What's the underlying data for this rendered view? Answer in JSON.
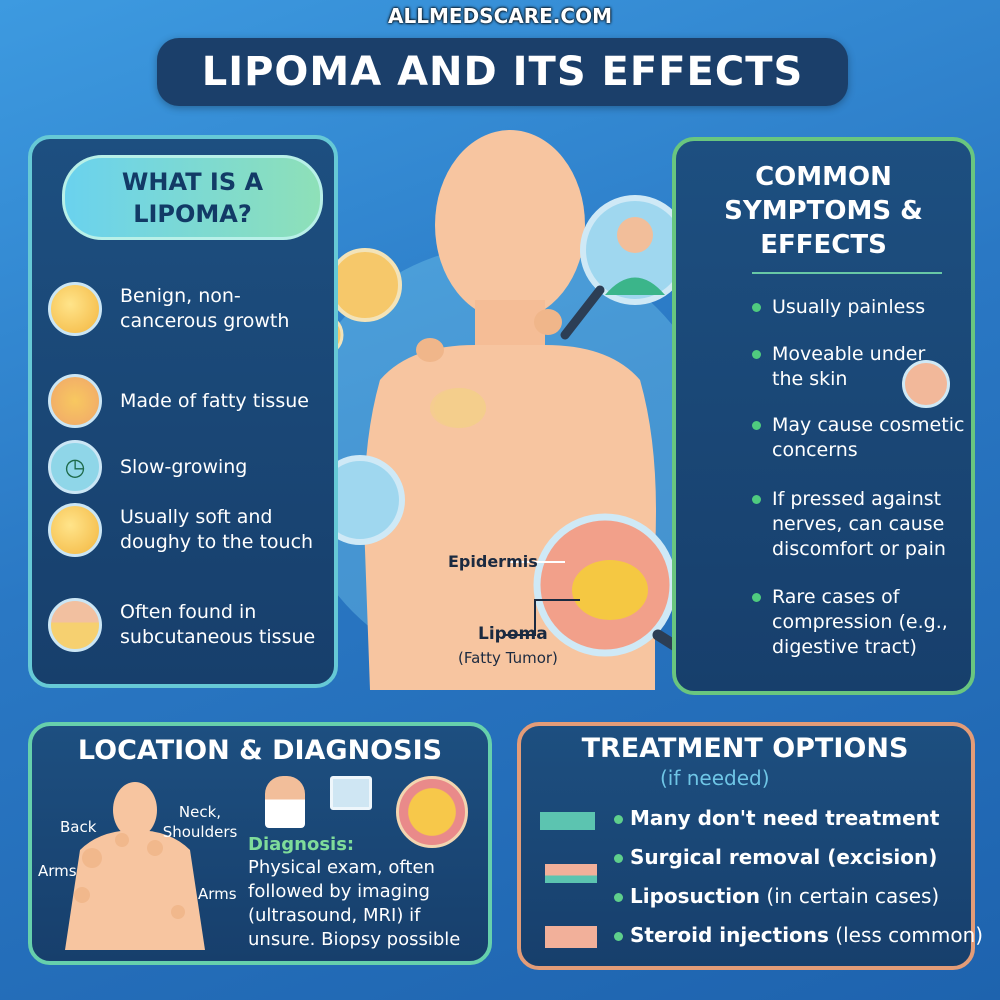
{
  "site": "ALLMEDSCARE.COM",
  "title": "LIPOMA AND ITS EFFECTS",
  "what": {
    "heading": "WHAT IS A LIPOMA?",
    "items": [
      {
        "icon": "fat-cells-icon",
        "text": "Benign, non-cancerous growth"
      },
      {
        "icon": "fatty-tissue-icon",
        "text": "Made of fatty tissue"
      },
      {
        "icon": "clock-icon",
        "text": "Slow-growing"
      },
      {
        "icon": "soft-lump-icon",
        "text": "Usually soft and doughy to the touch"
      },
      {
        "icon": "skin-layer-icon",
        "text": "Often found in subcutaneous tissue"
      }
    ]
  },
  "symptoms": {
    "heading": "COMMON SYMPTOMS & EFFECTS",
    "items": [
      "Usually painless",
      "Moveable under the skin",
      "May cause cosmetic concerns",
      "If pressed against nerves, can cause discomfort or pain",
      "Rare cases of compression (e.g., digestive tract)"
    ]
  },
  "center": {
    "epidermis": "Epidermis",
    "lipoma": "Lipoma",
    "lipoma_sub": "(Fatty Tumor)"
  },
  "location": {
    "heading": "LOCATION & DIAGNOSIS",
    "labels": {
      "back": "Back",
      "neck": "Neck, Shoulders",
      "arms_left": "Arms",
      "arms_right": "Arms"
    },
    "diag_label": "Diagnosis:",
    "diag_text": "Physical exam, often followed by imaging (ultrasound, MRI) if unsure. Biopsy possible"
  },
  "treatment": {
    "heading": "TREATMENT OPTIONS",
    "sub": "(if needed)",
    "items": [
      {
        "bold": "Many don't need treatment",
        "light": ""
      },
      {
        "bold": "Surgical removal (excision)",
        "light": ""
      },
      {
        "bold": "Liposuction",
        "light": " (in certain cases)"
      },
      {
        "bold": "Steroid injections",
        "light": " (less common)"
      }
    ]
  }
}
